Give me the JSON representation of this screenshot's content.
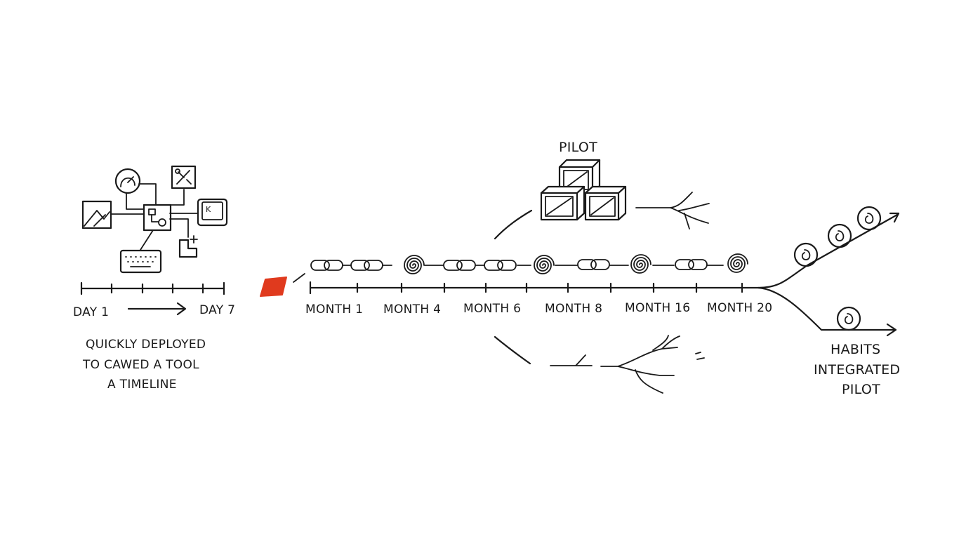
{
  "colors": {
    "ink": "#1a1a1a",
    "accent": "#e03a1e",
    "background": "#ffffff"
  },
  "left": {
    "start_label": "DAY 1",
    "end_label": "DAY 7",
    "caption_lines": [
      "QUICKLY DEPLOYED",
      "TO CAWED A TOOL",
      "A TIMELINE"
    ],
    "tool_icons": [
      "image-icon",
      "gauge-icon",
      "tools-icon",
      "flowchart-icon",
      "keyboard-key-icon",
      "keyboard-icon",
      "document-add-icon"
    ]
  },
  "timeline": {
    "months": [
      "MONTH 1",
      "MONTH 4",
      "MONTH 6",
      "MONTH 8",
      "MONTH 16",
      "MONTH 20"
    ],
    "marker_sequence": [
      "chain",
      "chain",
      "spiral",
      "chain",
      "chain",
      "spiral",
      "chain",
      "spiral",
      "chain",
      "spiral"
    ]
  },
  "pilot": {
    "label": "PILOT"
  },
  "outcome": {
    "lines": [
      "HABITS",
      "INTEGRATED",
      "PILOT"
    ]
  }
}
